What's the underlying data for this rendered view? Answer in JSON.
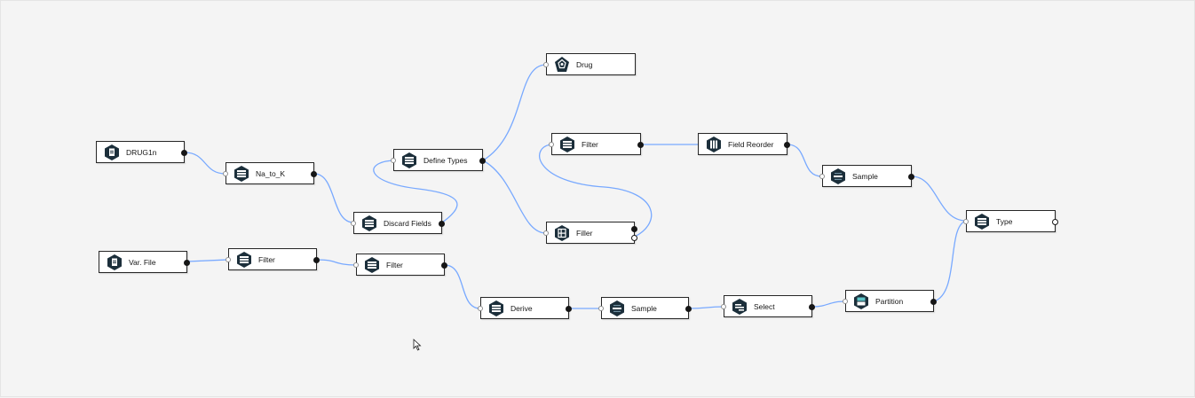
{
  "canvas": {
    "link_color": "#78a9ff",
    "background": "#f4f4f4"
  },
  "nodes": [
    {
      "id": "drug1n",
      "label": "DRUG1n",
      "icon": "file-icon",
      "icon_color": "#1c2f3b"
    },
    {
      "id": "na_to_k",
      "label": "Na_to_K",
      "icon": "derive-icon",
      "icon_color": "#1c2f3b"
    },
    {
      "id": "discard",
      "label": "Discard Fields",
      "icon": "filter-icon",
      "icon_color": "#1c2f3b"
    },
    {
      "id": "define_types",
      "label": "Define Types",
      "icon": "type-icon",
      "icon_color": "#1c2f3b"
    },
    {
      "id": "drug",
      "label": "Drug",
      "icon": "model-icon",
      "icon_color": "#1c2f3b"
    },
    {
      "id": "filter_top",
      "label": "Filter",
      "icon": "filter-icon",
      "icon_color": "#1c2f3b"
    },
    {
      "id": "filler",
      "label": "Filler",
      "icon": "filler-icon",
      "icon_color": "#1c2f3b"
    },
    {
      "id": "field_reorder",
      "label": "Field Reorder",
      "icon": "reorder-icon",
      "icon_color": "#1c2f3b"
    },
    {
      "id": "sample_top",
      "label": "Sample",
      "icon": "sample-icon",
      "icon_color": "#1c2f3b"
    },
    {
      "id": "type",
      "label": "Type",
      "icon": "type-icon",
      "icon_color": "#1c2f3b"
    },
    {
      "id": "varfile",
      "label": "Var. File",
      "icon": "file-icon",
      "icon_color": "#1c2f3b"
    },
    {
      "id": "filter_a",
      "label": "Filter",
      "icon": "filter-icon",
      "icon_color": "#1c2f3b"
    },
    {
      "id": "filter_b",
      "label": "Filter",
      "icon": "filter-icon",
      "icon_color": "#1c2f3b"
    },
    {
      "id": "derive",
      "label": "Derive",
      "icon": "derive-icon",
      "icon_color": "#1c2f3b"
    },
    {
      "id": "sample_bottom",
      "label": "Sample",
      "icon": "sample-icon",
      "icon_color": "#1c2f3b"
    },
    {
      "id": "select",
      "label": "Select",
      "icon": "select-icon",
      "icon_color": "#1c2f3b"
    },
    {
      "id": "partition",
      "label": "Partition",
      "icon": "partition-icon",
      "icon_color": "#1c2f3b"
    }
  ]
}
